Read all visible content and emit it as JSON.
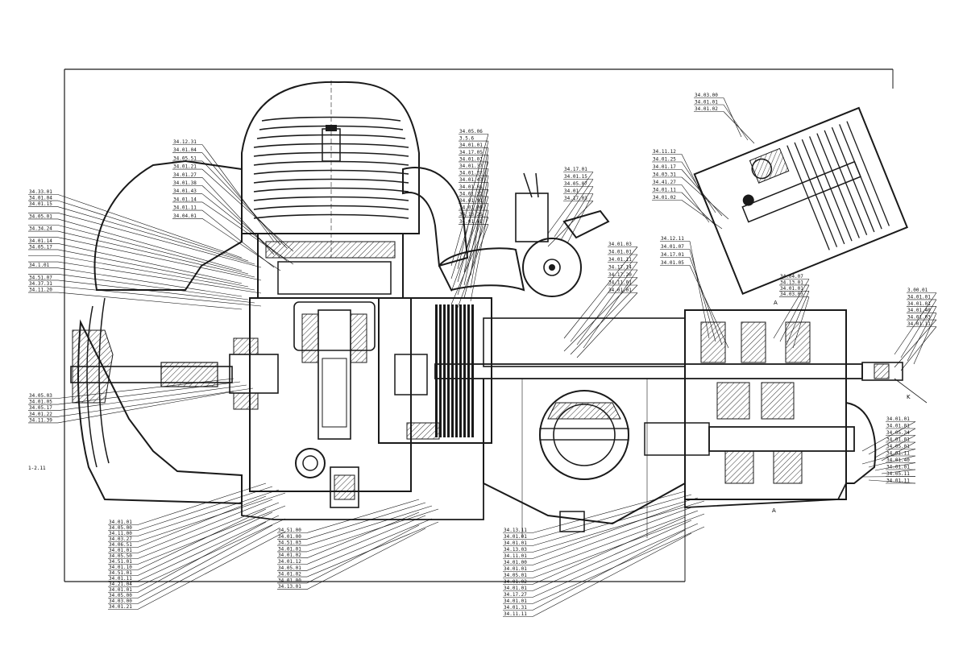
{
  "drawing": {
    "callouts_left": [
      "34.33.01",
      "34.01.04",
      "34.01.15",
      "",
      "34.05.01",
      "",
      "34.34.24",
      "",
      "34.01.14",
      "34.05.17",
      "",
      "",
      "34.1.01",
      "",
      "34.51.07",
      "34.37.31",
      "34.11.20"
    ],
    "callouts_left_lower": [
      "34.05.03",
      "34.01.05",
      "34.05.17",
      "34.01.22",
      "34.11.39"
    ],
    "callout_left_bottom": "1-2.11",
    "callouts_top_left": [
      "34.12.31",
      "34.01.04",
      "34.05.51",
      "34.01.21",
      "34.01.27",
      "34.01.38",
      "34.01.43",
      "34.01.14",
      "34.01.11",
      "34.04.01"
    ],
    "callouts_top_mid": [
      "34.05.06",
      "3.5.6",
      "34.01.01",
      "34.17.05",
      "34.01.01",
      "34.01.37",
      "34.01.37",
      "34.01.43",
      "34.01.01",
      "34.01.22",
      "34.01.91",
      "34.01.00",
      "34.13.25",
      "34.01.02"
    ],
    "callouts_top_right_a": [
      "34.17.01",
      "34.01.15",
      "34.05.07",
      "34.01",
      "34.17.03"
    ],
    "callouts_top_right_b": [
      "34.03.00",
      "34.01.01",
      "34.01.02"
    ],
    "callouts_mid_right": [
      "34.11.12",
      "34.01.25",
      "34.01.17",
      "34.03.31",
      "34.41.27",
      "34.01.11",
      "34.01.02"
    ],
    "callouts_gearbox_top": [
      "34.01.03",
      "34.01.01",
      "34.01.11",
      "34.17.14",
      "34.17.20",
      "34.11.01",
      "34.01.01"
    ],
    "callouts_gearbox_b": [
      "34.12.11",
      "34.01.07",
      "34.17.01",
      "34.01.05"
    ],
    "callouts_gearbox_c": [
      "34.04.07",
      "34.13.01",
      "34.01.01",
      "34.03.03"
    ],
    "callouts_far_right": [
      "3.00.01",
      "34.01.01",
      "34.01.01",
      "34.01.40",
      "34.01.03",
      "34.01.11"
    ],
    "callouts_far_right_low": [
      "34.01.01",
      "34.01.01",
      "34.05.34",
      "34.01.01",
      "34.05.01",
      "34.01.11",
      "34.01.40",
      "34.01.01",
      "34.05.11",
      "34.01.11"
    ],
    "callouts_bottom": [
      "34.01.01",
      "34.05.00",
      "34.11.00",
      "34.03.27",
      "34.06.51",
      "34.01.01",
      "34.05.50",
      "34.51.01",
      "34.01.10",
      "34.51.01",
      "34.01.11",
      "34.21.04",
      "34.01.01",
      "34.05.00",
      "34.03.00",
      "34.01.21"
    ],
    "callouts_bottom_mid": [
      "34.51.00",
      "34.01.00",
      "34.51.03",
      "34.01.01",
      "34.01.02",
      "34.01.12",
      "34.05.01",
      "34.01.02",
      "34.01.00",
      "34.13.01"
    ],
    "callouts_bottom_right": [
      "34.13.11",
      "34.01.01",
      "34.01.01",
      "34.13.03",
      "34.11.01",
      "34.01.00",
      "34.01.01",
      "34.05.01",
      "34.01.02",
      "34.01.01",
      "34.17.27",
      "34.01.01",
      "34.01.31",
      "34.11.11"
    ],
    "dim_top": "",
    "dim_right": "",
    "marker_a_top": "A",
    "marker_a_bottom": "A",
    "marker_k": "K",
    "small_mark": "1"
  }
}
